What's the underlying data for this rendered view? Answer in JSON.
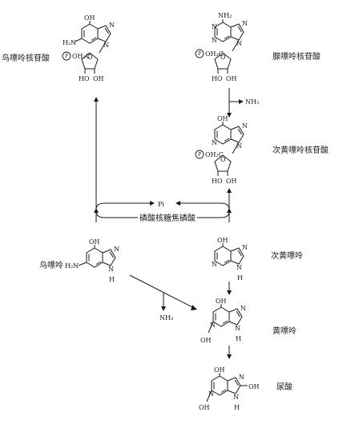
{
  "compounds": {
    "gmp": {
      "name": "鸟嘌呤核苷酸",
      "oh": "OH",
      "h2n": "H₂N",
      "n": "N",
      "p": "P",
      "sugar_link": "OH₂C",
      "o": "O",
      "ho": "HO",
      "oh2": "OH"
    },
    "amp": {
      "name": "腺嘌呤核苷酸",
      "nh2": "NH₂",
      "n": "N",
      "p": "P",
      "sugar_link": "OH₂C",
      "o": "O",
      "ho": "HO",
      "oh": "OH"
    },
    "imp": {
      "name": "次黄嘌呤核苷酸",
      "oh": "OH",
      "n": "N",
      "p": "P",
      "sugar_link": "OH₂C",
      "o": "O",
      "ho": "HO",
      "oh2": "OH"
    },
    "guanine": {
      "name": "鸟嘌呤",
      "oh": "OH",
      "h2n": "H₂N",
      "n": "N",
      "h": "H"
    },
    "hypoxanthine": {
      "name": "次黄嘌呤",
      "oh": "OH",
      "n": "N",
      "h": "H"
    },
    "xanthine": {
      "name": "黄嘌呤",
      "oh": "OH",
      "oh_left": "OH",
      "n": "N",
      "h": "H"
    },
    "uric_acid": {
      "name": "尿酸",
      "oh": "OH",
      "oh_left": "OH",
      "oh_right": "OH",
      "n": "N",
      "h": "H"
    }
  },
  "reagents": {
    "nh3_amp": "NH₃",
    "nh3_guanine": "NH₃",
    "pi": "Pi",
    "enzyme": "磷酸核糖焦磷酸"
  }
}
